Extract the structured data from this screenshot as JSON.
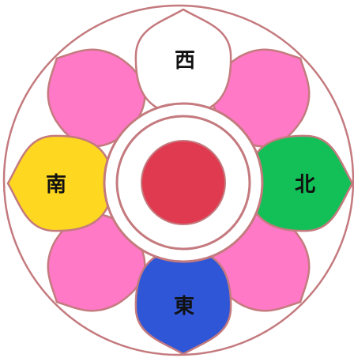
{
  "labels": {
    "top": "西",
    "right": "北",
    "bottom": "東",
    "left": "南"
  },
  "colors": {
    "outline": "#c47a7e",
    "background": "#ffffff",
    "top_petal": "#ffffff",
    "right_petal": "#12c057",
    "bottom_petal": "#2f56d6",
    "left_petal": "#fed720",
    "diagonal_petals": "#ff79c6",
    "center": "#e03a50"
  }
}
